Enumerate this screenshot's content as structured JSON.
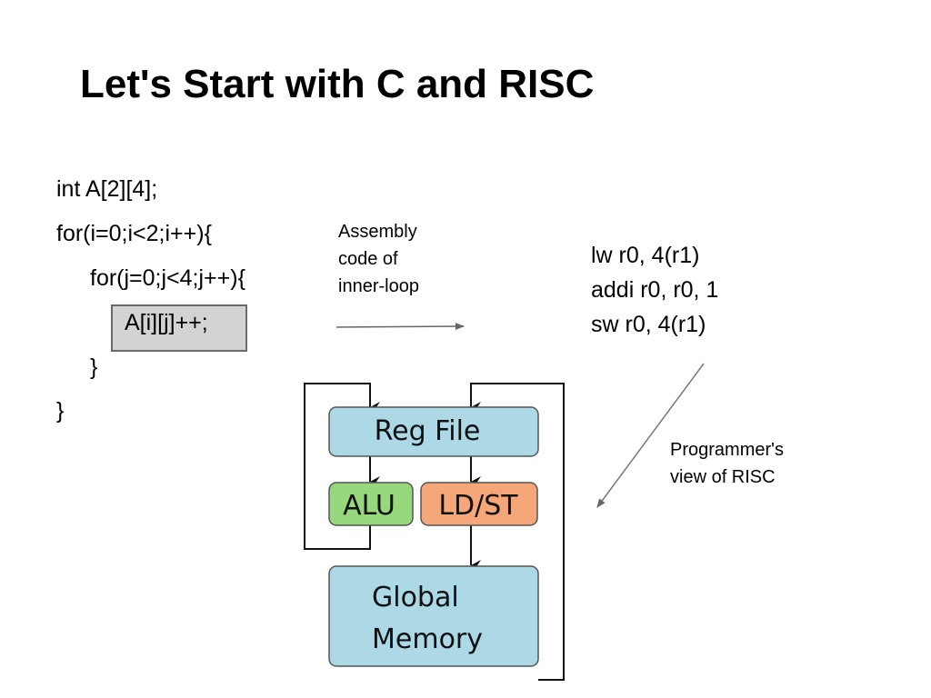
{
  "slide": {
    "title": "Let's Start with C and RISC"
  },
  "c_code": {
    "line1": "int A[2][4];",
    "line2": "for(i=0;i<2;i++){",
    "line3": "for(j=0;j<4;j++){",
    "line4": "A[i][j]++;",
    "line5": "}",
    "line6": "}"
  },
  "annotations": {
    "assembly_note": [
      "Assembly",
      "code of",
      "inner-loop"
    ],
    "programmer_note": [
      "Programmer's",
      "view of RISC"
    ]
  },
  "assembly": {
    "line1": "lw r0, 4(r1)",
    "line2": "addi r0, r0, 1",
    "line3": "sw r0, 4(r1)"
  },
  "diagram": {
    "reg_file": "Reg File",
    "alu": "ALU",
    "ldst": "LD/ST",
    "memory_line1": "Global",
    "memory_line2": "Memory",
    "colors": {
      "blue_block": "#add8e6",
      "alu_block": "#98d87c",
      "ldst_block": "#f6a77a",
      "stroke": "#555555"
    }
  }
}
